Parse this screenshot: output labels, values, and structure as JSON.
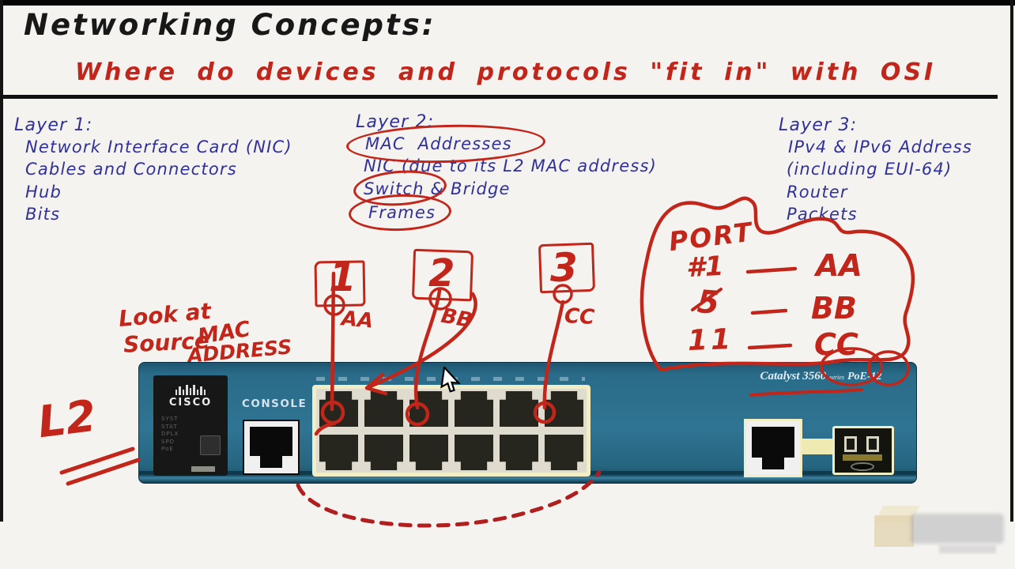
{
  "page": {
    "title": "Networking Concepts:",
    "subtitle": "Where do devices and protocols \"fit in\" with OSI"
  },
  "layers": {
    "layer1": {
      "heading": "Layer 1:",
      "items": [
        "Network Interface Card (NIC)",
        "Cables and Connectors",
        "Hub",
        "Bits"
      ]
    },
    "layer2": {
      "heading": "Layer 2:",
      "item_mac": "MAC Addresses",
      "item_nic": "NIC (due to its L2 MAC address)",
      "item_switch_word": "Switch",
      "item_switch_rest": " & Bridge",
      "item_frames": "Frames"
    },
    "layer3": {
      "heading": "Layer 3:",
      "items": [
        "IPv4 & IPv6 Address",
        "(including EUI-64)",
        "Router",
        "Packets"
      ]
    }
  },
  "annotations": {
    "ink_color": "#c2251a",
    "look_at_line1": "Look at",
    "look_at_line2": "Source",
    "look_at_line3": "MAC",
    "look_at_line4": "ADDRESS",
    "l2_label": "L2",
    "devices": [
      {
        "number": "1",
        "mac": "AA"
      },
      {
        "number": "2",
        "mac": "BB"
      },
      {
        "number": "3",
        "mac": "CC"
      }
    ],
    "port_table": {
      "heading": "PORT",
      "rows": [
        {
          "port": "#1",
          "mac": "AA"
        },
        {
          "port": "5",
          "mac": "BB"
        },
        {
          "port": "11",
          "mac": "CC"
        }
      ]
    }
  },
  "switch": {
    "brand": "CISCO",
    "console_label": "CONSOLE",
    "model": "Catalyst 3560",
    "series_word": "series",
    "poe_label": "PoE-12",
    "led_labels": [
      "SYST",
      "STAT",
      "DPLX",
      "SPD",
      "PoE"
    ],
    "body_color": "#2f7493",
    "port_frame_color": "#f1edc4"
  },
  "icons": {
    "cursor": "arrow-cursor",
    "watermark": "video-site-watermark"
  }
}
